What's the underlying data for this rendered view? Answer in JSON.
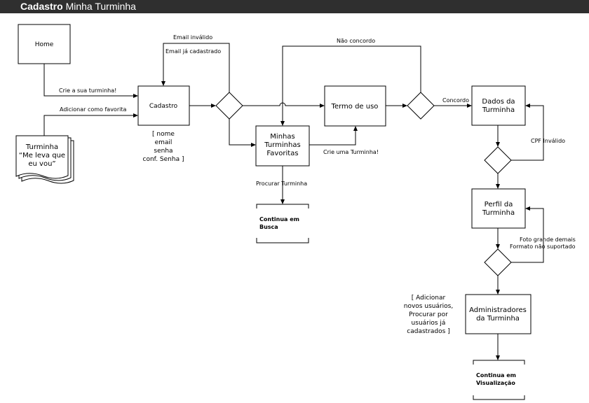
{
  "title": {
    "bold": "Cadastro",
    "rest": "Minha Turminha"
  },
  "nodes": {
    "home": "Home",
    "cadastro": "Cadastro",
    "termo": "Termo de uso",
    "dados": [
      "Dados da",
      "Turminha"
    ],
    "favoritas": [
      "Minhas",
      "Turminhas",
      "Favoritas"
    ],
    "turminha_doc": [
      "Turminha",
      "“Me leva que",
      "eu vou”"
    ],
    "perfil": [
      "Perfil da",
      "Turminha"
    ],
    "admins": [
      "Administradores",
      "da Turminha"
    ],
    "continua_busca": [
      "Continua em",
      "Busca"
    ],
    "continua_visualizacao": [
      "Continua em",
      "Visualização"
    ]
  },
  "edges": {
    "crie_turminha": "Crie a sua turminha!",
    "adicionar_favorita": "Adicionar como favorita",
    "email_invalido": "Email inválido",
    "email_cadastrado": "Email já cadastrado",
    "nao_concordo": "Não concordo",
    "concordo": "Concordo",
    "crie_uma": "Crie uma Turminha!",
    "procurar": "Procurar Turminha",
    "cpf_invalido": "CPF Inválido",
    "foto_grande": "Foto grande demais",
    "formato": "Formato não suportado"
  },
  "annotations": {
    "cadastro_fields": [
      "[ nome",
      "email",
      "senha",
      "conf. Senha ]"
    ],
    "admin_notes": [
      "[ Adicionar",
      "novos usuários,",
      "Procurar por",
      "usuários já",
      "cadastrados ]"
    ]
  }
}
